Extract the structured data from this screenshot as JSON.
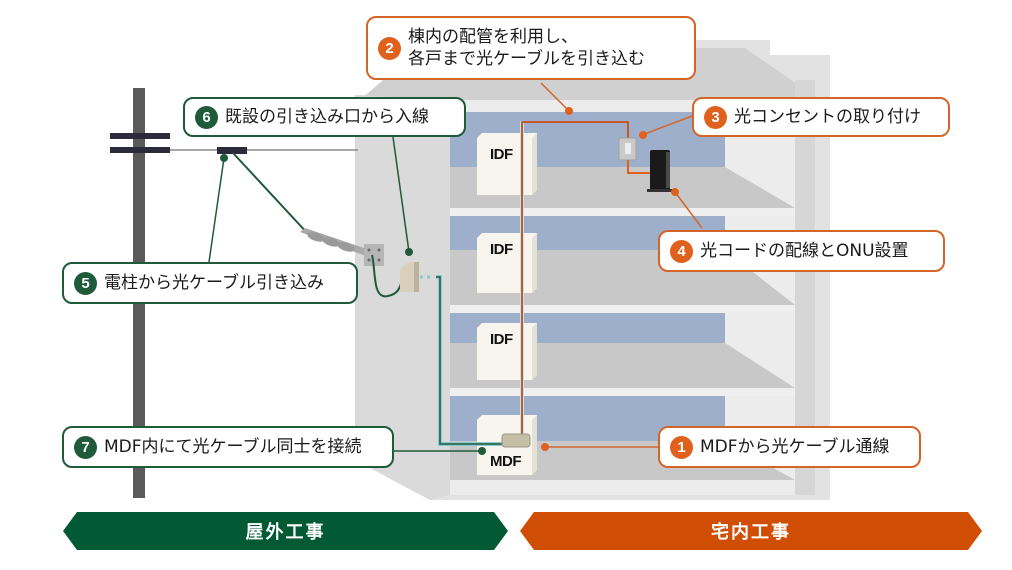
{
  "colors": {
    "outdoor_green": "#025a35",
    "callout_green": "#1f5a3a",
    "indoor_orange": "#cf4e04",
    "callout_orange": "#d4652a",
    "floor_blue": "#9eafcc",
    "building_gray": "#dcdcdc",
    "fiber_teal": "#8cc9cf",
    "riser_brown": "#a0674a"
  },
  "callouts": {
    "step1": {
      "number": "1",
      "text": "MDFから光ケーブル通線",
      "category": "indoor"
    },
    "step2": {
      "number": "2",
      "line1": "棟内の配管を利用し、",
      "line2": "各戸まで光ケーブルを引き込む",
      "category": "indoor"
    },
    "step3": {
      "number": "3",
      "text": "光コンセントの取り付け",
      "category": "indoor"
    },
    "step4": {
      "number": "4",
      "text": "光コードの配線とONU設置",
      "category": "indoor"
    },
    "step5": {
      "number": "5",
      "text": "電柱から光ケーブル引き込み",
      "category": "outdoor"
    },
    "step6": {
      "number": "6",
      "text": "既設の引き込み口から入線",
      "category": "outdoor"
    },
    "step7": {
      "number": "7",
      "text": "MDF内にて光ケーブル同士を接続",
      "category": "outdoor"
    }
  },
  "equipment": {
    "idf_label": "IDF",
    "mdf_label": "MDF"
  },
  "banners": {
    "outdoor": "屋外工事",
    "indoor": "宅内工事"
  }
}
